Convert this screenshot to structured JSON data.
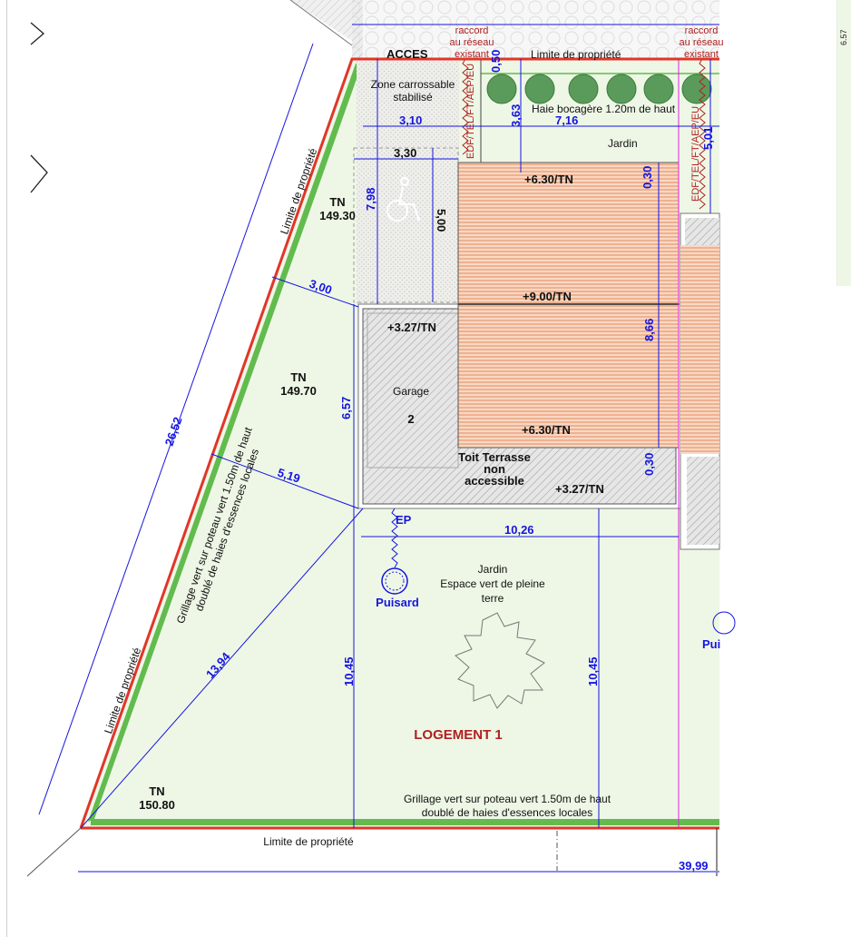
{
  "viewer": {
    "next_page_value": "6.57",
    "prev_icon": "chevron-right-icon"
  },
  "plan": {
    "acces": "ACCES",
    "limite_top": "Limite de propriété",
    "limite_left_upper": "Limite de propriété",
    "limite_left_lower": "Limite de propriété",
    "limite_bottom": "Limite de propriété",
    "raccord_1": [
      "raccord",
      "au réseau",
      "existant"
    ],
    "raccord_2": [
      "raccord",
      "au réseau",
      "existant"
    ],
    "networks_1": "EDF/TEL/FT/AEP/EU",
    "networks_2": "EDF/TEL/FT/AEP/EU",
    "zone_carrossable": [
      "Zone carrossable",
      "stabilisé"
    ],
    "haie": "Haie bocagère 1.20m de haut",
    "jardin_top": "Jardin",
    "tn_1": [
      "TN",
      "149.30"
    ],
    "tn_2": [
      "TN",
      "149.70"
    ],
    "tn_3": [
      "TN",
      "150.80"
    ],
    "level_top": "+6.30/TN",
    "level_mid": "+9.00/TN",
    "level_bottom": "+6.30/TN",
    "garage_level": "+3.27/TN",
    "garage": "Garage",
    "garage_num": "2",
    "toit": [
      "Toit Terrasse",
      "non",
      "accessible"
    ],
    "toit_level": "+3.27/TN",
    "ep": "EP",
    "puisard": "Puisard",
    "puisard_2": "Pui",
    "jardin_main": [
      "Jardin",
      "Espace vert de pleine",
      "terre"
    ],
    "logement": "LOGEMENT 1",
    "grillage_left": [
      "Grillage vert sur poteau vert 1.50m de haut",
      "doublé de haies d'essences locales"
    ],
    "grillage_bottom": [
      "Grillage vert sur poteau vert 1.50m de haut",
      "doublé de haies d'essences locales"
    ]
  },
  "dimensions": {
    "d_3_10": "3,10",
    "d_7_16": "7,16",
    "d_3_30": "3,30",
    "d_7_98": "7,98",
    "d_3_63": "3,63",
    "d_0_50": "0,50",
    "d_5_01": "5,01",
    "d_0_30a": "0,30",
    "d_5_00": "5,00",
    "d_3_00": "3,00",
    "d_8_66": "8,66",
    "d_6_57": "6,57",
    "d_0_30b": "0,30",
    "d_26_52": "26,52",
    "d_5_19": "5,19",
    "d_10_26": "10,26",
    "d_13_94": "13,94",
    "d_10_45a": "10,45",
    "d_10_45b": "10,45",
    "d_39_99": "39,99"
  },
  "colors": {
    "boundary": "#e0362a",
    "hedge": "#62bb4e",
    "dimension": "#1515e0",
    "garden": "#eef7e6",
    "roof": "#f0a07a",
    "network": "#b02020"
  }
}
